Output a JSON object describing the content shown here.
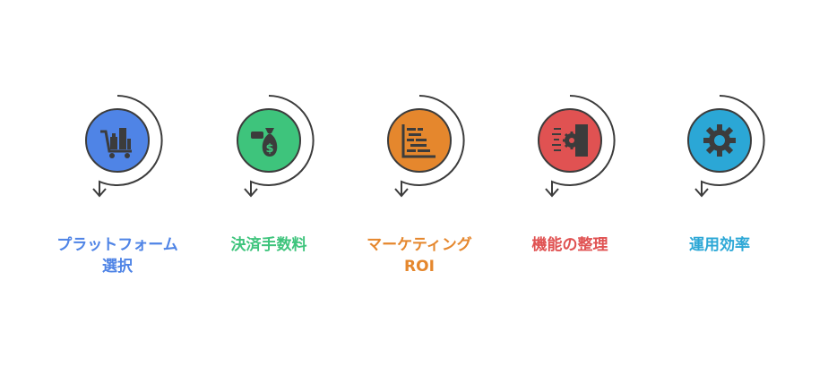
{
  "steps": [
    {
      "label": "プラットフォーム\n選択",
      "color": "#4f84e6",
      "icon": "shopping-cart-buildings-icon"
    },
    {
      "label": "決済手数料",
      "color": "#3ec47c",
      "icon": "money-bag-hand-icon"
    },
    {
      "label": "マーケティング\nROI",
      "color": "#e5872d",
      "icon": "bar-chart-icon"
    },
    {
      "label": "機能の整理",
      "color": "#e05252",
      "icon": "gear-door-icon"
    },
    {
      "label": "運用効率",
      "color": "#2ba7d6",
      "icon": "gear-icon"
    }
  ]
}
